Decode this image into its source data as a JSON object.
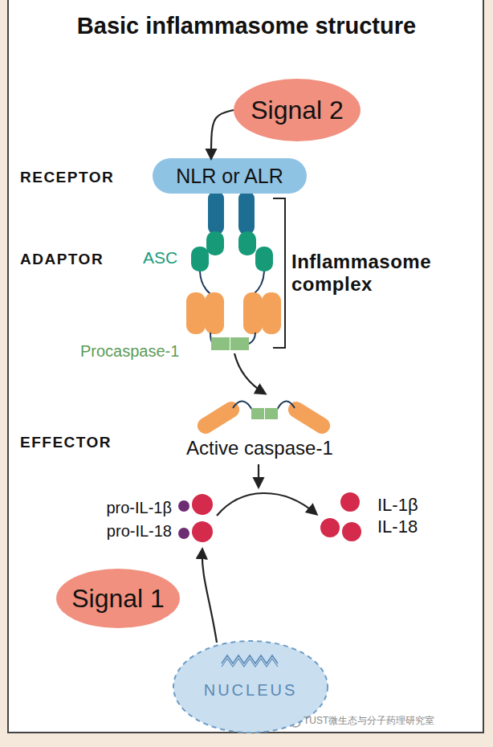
{
  "diagram": {
    "title": "Basic inflammasome structure",
    "nodes": [
      {
        "text": [
          "Signal 2"
        ]
      },
      {
        "text": [
          "NLR or ALR"
        ]
      },
      {
        "text": [
          "Signal 1"
        ]
      },
      {
        "text": [
          "NUCLEUS"
        ]
      }
    ],
    "edges": [
      {
        "from": 0,
        "to": 1,
        "arrow": "to"
      }
    ],
    "labels": [
      "RECEPTOR",
      "ADAPTOR",
      "ASC",
      "Inflammasome complex",
      "Procaspase-1",
      "EFFECTOR",
      "Active caspase-1",
      "pro-IL-1β",
      "pro-IL-18",
      "IL-1β",
      "IL-18",
      "TUST微生态与分子药理研究室"
    ]
  }
}
